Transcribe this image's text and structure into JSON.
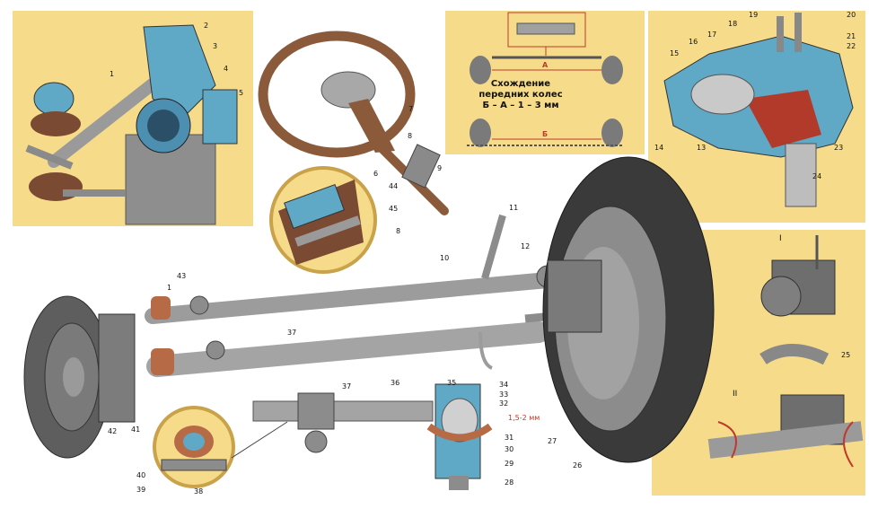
{
  "caption": {
    "line1": "Схождение",
    "line2": "передних колес",
    "line3": "Б – А – 1 – 3 мм"
  },
  "dimensions": {
    "front": "А",
    "rear": "Б"
  },
  "detail_labels": {
    "roman_one": "I",
    "roman_two": "II",
    "gap": "1,5-2 мм"
  },
  "callouts": [
    {
      "id": "c1",
      "text": "1"
    },
    {
      "id": "c2",
      "text": "2"
    },
    {
      "id": "c3",
      "text": "3"
    },
    {
      "id": "c4",
      "text": "4"
    },
    {
      "id": "c5",
      "text": "5"
    },
    {
      "id": "c6",
      "text": "6"
    },
    {
      "id": "c7",
      "text": "7"
    },
    {
      "id": "c8a",
      "text": "8"
    },
    {
      "id": "c9",
      "text": "9"
    },
    {
      "id": "c8b",
      "text": "8"
    },
    {
      "id": "c44",
      "text": "44"
    },
    {
      "id": "c45",
      "text": "45"
    },
    {
      "id": "c10",
      "text": "10"
    },
    {
      "id": "c11",
      "text": "11"
    },
    {
      "id": "c12",
      "text": "12"
    },
    {
      "id": "c13",
      "text": "13"
    },
    {
      "id": "c14",
      "text": "14"
    },
    {
      "id": "c15",
      "text": "15"
    },
    {
      "id": "c16",
      "text": "16"
    },
    {
      "id": "c17",
      "text": "17"
    },
    {
      "id": "c18",
      "text": "18"
    },
    {
      "id": "c19",
      "text": "19"
    },
    {
      "id": "c20",
      "text": "20"
    },
    {
      "id": "c21",
      "text": "21"
    },
    {
      "id": "c22",
      "text": "22"
    },
    {
      "id": "c23",
      "text": "23"
    },
    {
      "id": "c24",
      "text": "24"
    },
    {
      "id": "c25",
      "text": "25"
    },
    {
      "id": "c26",
      "text": "26"
    },
    {
      "id": "c27",
      "text": "27"
    },
    {
      "id": "c28",
      "text": "28"
    },
    {
      "id": "c29",
      "text": "29"
    },
    {
      "id": "c30",
      "text": "30"
    },
    {
      "id": "c31",
      "text": "31"
    },
    {
      "id": "c32",
      "text": "32"
    },
    {
      "id": "c33",
      "text": "33"
    },
    {
      "id": "c34",
      "text": "34"
    },
    {
      "id": "c35",
      "text": "35"
    },
    {
      "id": "c36",
      "text": "36"
    },
    {
      "id": "c37a",
      "text": "37"
    },
    {
      "id": "c37b",
      "text": "37"
    },
    {
      "id": "c38",
      "text": "38"
    },
    {
      "id": "c39",
      "text": "39"
    },
    {
      "id": "c40",
      "text": "40"
    },
    {
      "id": "c41",
      "text": "41"
    },
    {
      "id": "c42",
      "text": "42"
    },
    {
      "id": "c43",
      "text": "43"
    },
    {
      "id": "c1b",
      "text": "1"
    }
  ]
}
